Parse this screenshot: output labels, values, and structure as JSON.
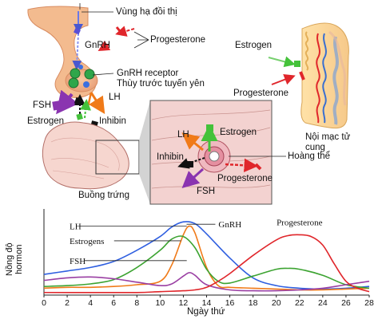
{
  "labels": {
    "hypothalamus": "Vùng hạ đồi thị",
    "gnrh": "GnRH",
    "progesterone_top": "Progesterone",
    "gnrh_receptor": "GnRH receptor",
    "anterior_pituitary": "Thùy trước tuyến yên",
    "fsh": "FSH",
    "lh": "LH",
    "estrogen_left": "Estrogen",
    "inhibin": "Inhibin",
    "ovary": "Buồng trứng",
    "estrogen_right": "Estrogen",
    "progesterone_right": "Progesterone",
    "endometrium": "Nội mạc tử\ncung",
    "zoom_lh": "LH",
    "zoom_estrogen": "Estrogen",
    "zoom_inhibin": "Inhibin",
    "zoom_progesterone": "Progesterone",
    "zoom_fsh": "FSH",
    "corpus_luteum": "Hoàng thể"
  },
  "chart_data": {
    "type": "line",
    "xlabel": "Ngày thứ",
    "ylabel": "Nồng độ\nhormon",
    "x_ticks": [
      0,
      2,
      4,
      6,
      8,
      10,
      12,
      14,
      16,
      18,
      20,
      22,
      24,
      26,
      28
    ],
    "xlim": [
      0,
      28
    ],
    "ylim": [
      0,
      10
    ],
    "series": [
      {
        "name": "GnRH",
        "color": "#2f5fe0",
        "x": [
          0,
          2,
          4,
          6,
          8,
          10,
          11,
          12,
          13,
          14,
          16,
          18,
          20,
          22,
          24,
          26,
          28
        ],
        "y": [
          2.4,
          2.8,
          3.2,
          3.9,
          5.2,
          6.8,
          7.9,
          8.5,
          8.3,
          7.1,
          4.3,
          2.0,
          1.1,
          0.8,
          0.7,
          0.8,
          1.0
        ]
      },
      {
        "name": "LH",
        "color": "#f07a18",
        "x": [
          0,
          2,
          4,
          6,
          8,
          10,
          11,
          12,
          12.5,
          13,
          14,
          15,
          16,
          18,
          20,
          22,
          24,
          26,
          28
        ],
        "y": [
          0.8,
          0.9,
          0.9,
          1.0,
          1.2,
          1.6,
          3.5,
          7.0,
          8.0,
          7.2,
          3.2,
          1.1,
          0.9,
          0.8,
          0.7,
          0.6,
          0.6,
          0.7,
          0.8
        ],
        "label_x": 2.2,
        "label_y": 8.0
      },
      {
        "name": "Estrogens",
        "color": "#3ca331",
        "x": [
          0,
          2,
          4,
          6,
          8,
          10,
          11,
          12,
          13,
          14,
          15,
          16,
          18,
          20,
          21,
          22,
          24,
          26,
          28
        ],
        "y": [
          1.0,
          1.1,
          1.3,
          1.8,
          3.2,
          5.2,
          6.5,
          6.8,
          5.5,
          3.0,
          1.6,
          1.4,
          2.2,
          3.0,
          3.1,
          3.0,
          2.3,
          1.2,
          0.8
        ],
        "label_x": 2.2,
        "label_y": 6.3
      },
      {
        "name": "FSH",
        "color": "#9a3fa3",
        "x": [
          0,
          2,
          4,
          6,
          8,
          10,
          11,
          12,
          12.5,
          13,
          14,
          16,
          18,
          20,
          22,
          24,
          26,
          28
        ],
        "y": [
          1.7,
          2.0,
          2.1,
          1.9,
          1.5,
          1.1,
          1.3,
          2.2,
          2.6,
          2.3,
          1.2,
          0.6,
          0.5,
          0.5,
          0.6,
          0.8,
          1.2,
          1.6
        ],
        "label_x": 2.2,
        "label_y": 4.0
      },
      {
        "name": "Progesterone",
        "color": "#e0262b",
        "x": [
          0,
          4,
          8,
          10,
          12,
          13,
          14,
          15,
          16,
          18,
          20,
          21,
          22,
          23,
          24,
          25,
          26,
          27,
          28
        ],
        "y": [
          0.3,
          0.3,
          0.3,
          0.4,
          0.5,
          0.6,
          0.9,
          1.6,
          2.5,
          4.6,
          6.4,
          6.9,
          7.0,
          6.8,
          5.8,
          3.6,
          1.6,
          0.8,
          0.4
        ]
      }
    ]
  }
}
